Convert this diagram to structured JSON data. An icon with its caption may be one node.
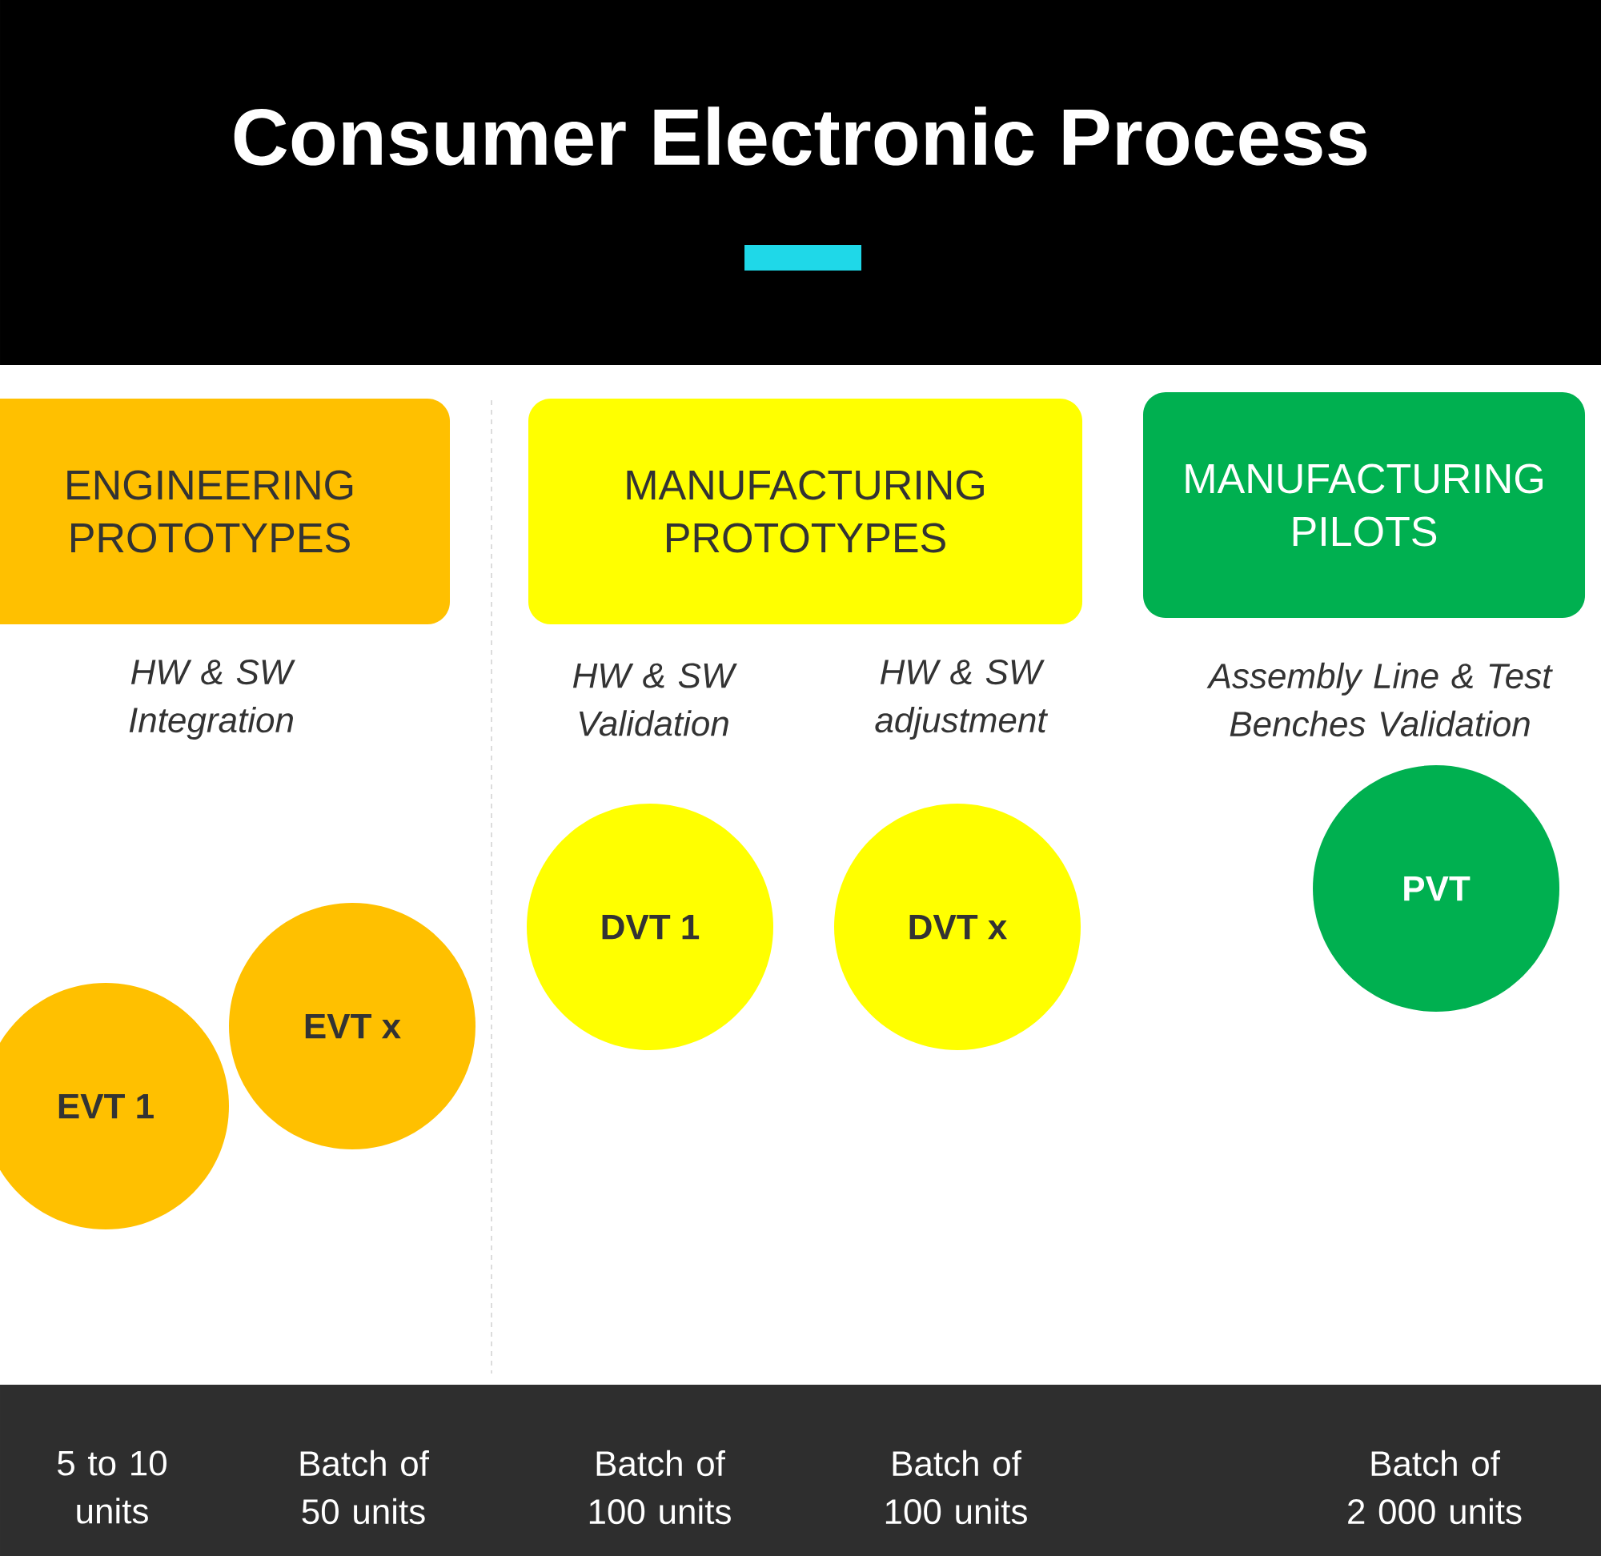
{
  "diagram": {
    "title": "Consumer Electronic Process",
    "nodes": [
      {
        "text": [
          "ENGINEERING PROTOTYPES"
        ]
      },
      {
        "text": [
          "MANUFACTURING PROTOTYPES"
        ]
      },
      {
        "text": [
          "MANUFACTURING PILOTS"
        ]
      },
      {
        "text": [
          "EVT 1"
        ]
      },
      {
        "text": [
          "EVT x"
        ]
      },
      {
        "text": [
          "DVT 1"
        ]
      },
      {
        "text": [
          "DVT x"
        ]
      },
      {
        "text": [
          "PVT"
        ]
      }
    ],
    "labels": [
      "HW & SW Integration",
      "HW & SW Validation",
      "HW & SW adjustment",
      "Assembly Line & Test Benches Validation",
      "5 to 10 units",
      "Batch of 50 units",
      "Batch of 100 units",
      "Batch of 100 units",
      "Batch of 2 000 units"
    ]
  }
}
